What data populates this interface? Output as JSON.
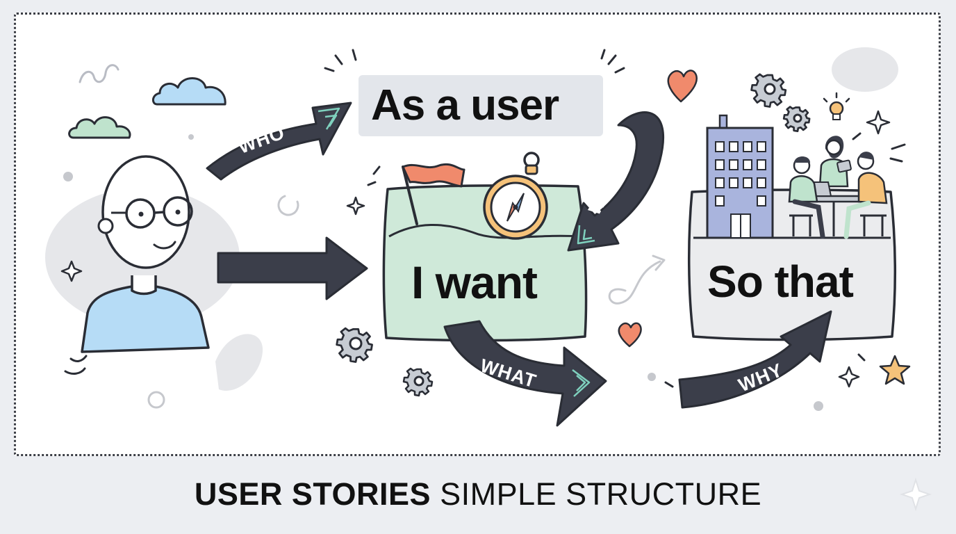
{
  "labels": {
    "as_a_user": "As a user",
    "i_want": "I want",
    "so_that": "So that"
  },
  "arrows": {
    "who": "WHO",
    "what_top": "WHAT",
    "what_bottom": "WHAT",
    "why": "WHY"
  },
  "caption": {
    "bold": "USER STORIES",
    "regular": "SIMPLE STRUCTURE"
  },
  "colors": {
    "background": "#eceef2",
    "arrow": "#3b3e4a",
    "green_panel": "#cfe9d9",
    "grey_panel": "#ebecee",
    "shirt": "#b6dcf6",
    "building": "#a9b4dd",
    "heart": "#f08a6c",
    "accent_teal": "#7fd1be"
  },
  "icons": [
    "person-icon",
    "cloud-icon",
    "flag-icon",
    "compass-icon",
    "gear-icon",
    "building-icon",
    "team-icon",
    "heart-icon",
    "sparkle-icon",
    "lightbulb-icon"
  ]
}
